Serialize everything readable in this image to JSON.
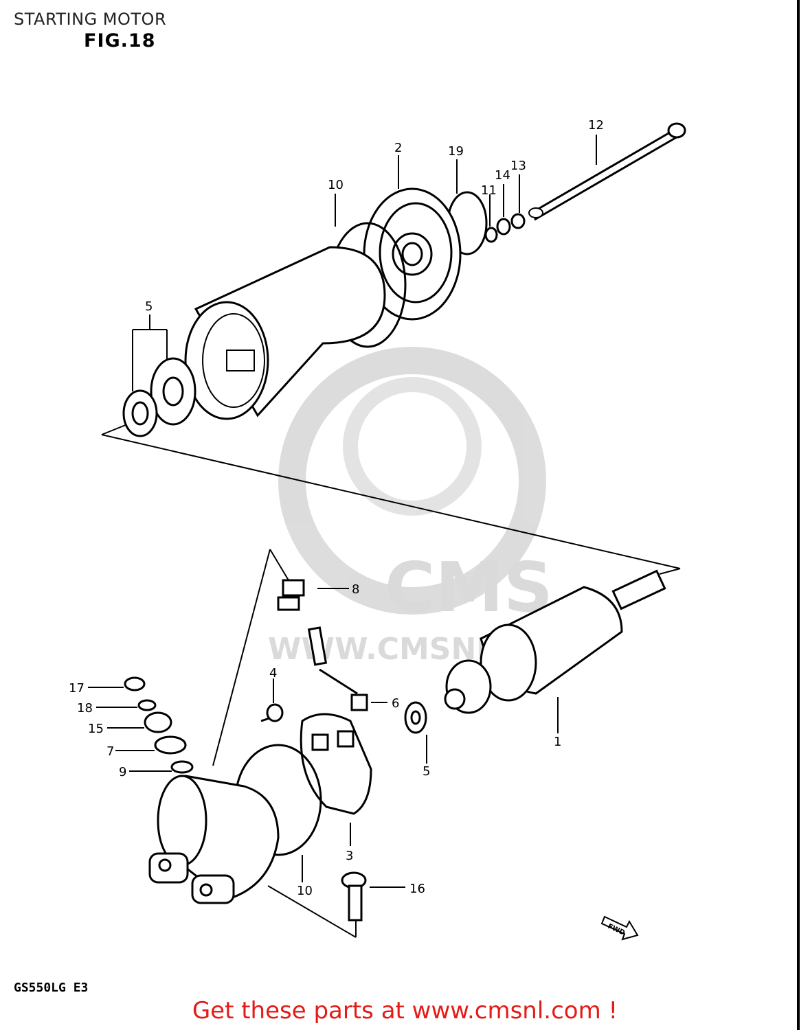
{
  "header": {
    "title": "STARTING MOTOR",
    "figure": "FIG.18"
  },
  "footer": {
    "model": "GS550LG E3",
    "promo": "Get these parts at www.cmsnl.com !"
  },
  "watermark": {
    "brand": "CMS",
    "url": "WWW.CMSNL"
  },
  "fwd_label": "FWD",
  "callouts": [
    "12",
    "2",
    "19",
    "10",
    "13",
    "14",
    "11",
    "5",
    "8",
    "4",
    "6",
    "17",
    "18",
    "15",
    "7",
    "9",
    "5",
    "1",
    "3",
    "10",
    "16"
  ],
  "colors": {
    "promo": "#e41b17",
    "ink": "#000000",
    "watermark": "#cccccc"
  }
}
